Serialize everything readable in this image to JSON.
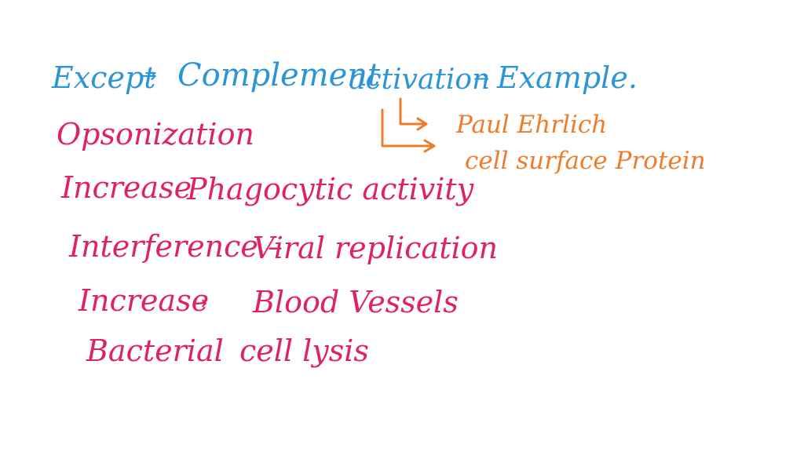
{
  "colors": {
    "background": "#ffffff",
    "heading_ink": "#2b95d6",
    "note_ink": "#f07c2a",
    "list_ink": "#e0235f"
  },
  "heading": {
    "part1": "Except",
    "arrow1": "→",
    "part2": "Complement",
    "part3": "activation",
    "arrow2": "→",
    "part4": "Example."
  },
  "notes": {
    "line1": "Paul Ehrlich",
    "line2": "cell surface Protein"
  },
  "list": {
    "item1": "Opsonization",
    "item2a": "Increase",
    "item2b": "Phagocytic activity",
    "item3a": "Interference –",
    "item3b": "Viral replication",
    "item4a": "Increase",
    "item4arrow": "→",
    "item4b": "Blood Vessels",
    "item5a": "Bacterial",
    "item5b": "cell lysis"
  }
}
